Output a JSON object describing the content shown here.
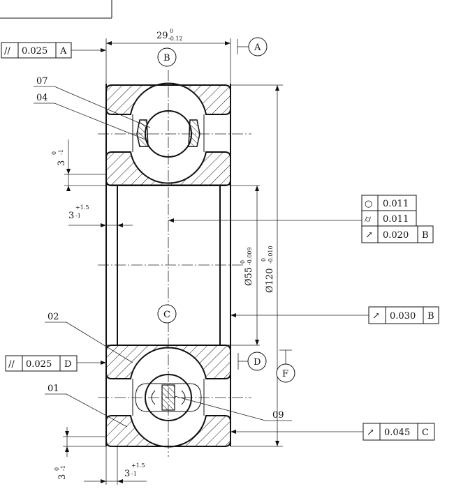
{
  "part_labels": {
    "p07": "07",
    "p04": "04",
    "p02": "02",
    "p01": "01",
    "p09": "09"
  },
  "datums": {
    "a": "A",
    "b": "B",
    "c": "C",
    "d": "D",
    "f": "F"
  },
  "dimensions": {
    "width_main": "29",
    "width_upper": "0",
    "width_lower": "-0.12",
    "bore_main": "Ø55",
    "bore_upper": "0",
    "bore_lower": "-0.009",
    "od_main": "Ø120",
    "od_upper": "0",
    "od_lower": "-0.010",
    "groove_main": "3",
    "groove_upper": "0",
    "groove_lower": "-1",
    "chamfer_main": "3",
    "chamfer_upper": "+1.5",
    "chamfer_lower": "-1",
    "chamfer2_main": "3",
    "chamfer2_upper": "+1.5",
    "chamfer2_lower": "-1",
    "groove2_main": "3",
    "groove2_upper": "0",
    "groove2_lower": "-1"
  },
  "tolerance_frames": {
    "parallel_top": {
      "symbol": "//",
      "value": "0.025",
      "datum": "A"
    },
    "parallel_bottom": {
      "symbol": "//",
      "value": "0.025",
      "datum": "D"
    },
    "roundness": {
      "symbol": "○",
      "value": "0.011"
    },
    "cylindricity": {
      "symbol": "⌭",
      "value": "0.011"
    },
    "runout_b": {
      "symbol": "↗",
      "value": "0.020",
      "datum": "B"
    },
    "runout_b2": {
      "symbol": "↗",
      "value": "0.030",
      "datum": "B"
    },
    "runout_c": {
      "symbol": "↗",
      "value": "0.045",
      "datum": "C"
    }
  }
}
